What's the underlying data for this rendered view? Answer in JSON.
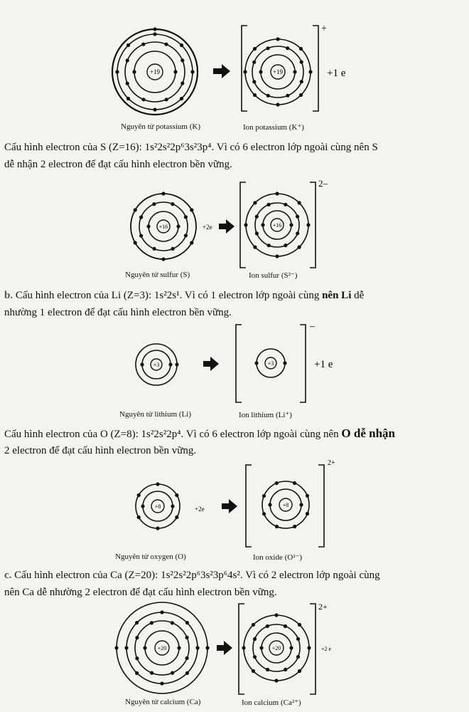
{
  "potassium": {
    "nucleus": "+19",
    "plus_e": "+1 e",
    "charge": "+",
    "atom_label": "Nguyên tử potassium (K)",
    "ion_label": "Ion potassium (K⁺)"
  },
  "sulfur": {
    "text_line1": "Cấu hình electron của S (Z=16): 1s²2s²2p⁶3s²3p⁴. Vì có 6 electron lớp ngoài cùng nên S",
    "text_line2": "dễ nhận 2 electron để đạt cấu hình electron bền vững.",
    "nucleus": "+16",
    "plus_e": "+2e",
    "charge": "2–",
    "atom_label": "Nguyên tử sulfur (S)",
    "ion_label": "Ion sulfur (S²⁻)"
  },
  "lithium": {
    "prefix": "b.",
    "text_line1_a": "Cấu hình electron của Li (Z=3): 1s²2s¹. Vì có 1 electron lớp ngoài cùng",
    "text_line1_b": "nên Li",
    "text_line1_c": "dễ",
    "text_line2": "nhường 1 electron để đạt cấu hình electron bền vững.",
    "nucleus": "+3",
    "plus_e": "+1 e",
    "charge": "–",
    "atom_label": "Nguyên tử lithium (Li)",
    "ion_label": "Ion lithium (Li⁺)"
  },
  "oxygen": {
    "text_line1_a": "Cấu hình electron của O (Z=8): 1s²2s²2p⁴. Vì có 6 electron lớp ngoài cùng nên",
    "text_line1_b": "O dễ nhận",
    "text_line2": "2 electron để đạt cấu hình electron bền vững.",
    "nucleus": "+8",
    "plus_e": "+2e",
    "charge": "2+",
    "atom_label": "Nguyên tử oxygen (O)",
    "ion_label": "Ion oxide (O²⁻)"
  },
  "calcium": {
    "prefix": "c.",
    "text_line1": "Cấu hình electron của Ca (Z=20): 1s²2s²2p⁶3s²3p⁶4s². Vì có 2 electron lớp ngoài cùng",
    "text_line2": "nên Ca dễ nhường 2 electron để đạt cấu hình electron bền vững.",
    "nucleus": "+20",
    "plus_e": "+2 e",
    "charge": "2+",
    "atom_label": "Nguyên tử calcium (Ca)",
    "ion_label": "Ion calcium (Ca²⁺)"
  }
}
